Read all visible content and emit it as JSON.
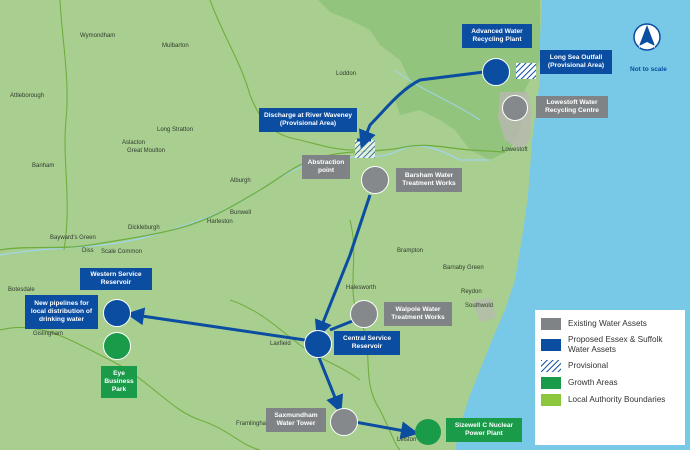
{
  "colors": {
    "sea": "#78c8e8",
    "land": "#a9cf90",
    "growth_area": "#1a9b49",
    "authority_boundary": "#8cc63f",
    "existing": "#7f8385",
    "proposed": "#0b4da1"
  },
  "towns": [
    "Wymondham",
    "Mulbarton",
    "Loddon",
    "Attleborough",
    "Long Stratton",
    "Aslacton",
    "Great Moulton",
    "Banham",
    "Alburgh",
    "Lowestoft",
    "Bunwell",
    "Harleston",
    "Dickleburgh",
    "Bayward's Green",
    "Diss",
    "Scale Common",
    "Botesdale",
    "Gislingham",
    "Brampton",
    "Barnaby Green",
    "Reydon",
    "Southwold",
    "Halesworth",
    "Laxfield",
    "Framlingham",
    "Leiston"
  ],
  "labels": {
    "advanced": "Advanced Water Recycling Plant",
    "outfall": "Long Sea Outfall (Provisional Area)",
    "lowestoft_centre": "Lowestoft Water Recycling Centre",
    "discharge": "Discharge at River Waveney (Provisional Area)",
    "abstraction": "Abstraction point",
    "barsham": "Barsham Water Treatment Works",
    "western": "Western Service Reservoir",
    "pipelines": "New pipelines for local distribution of drinking water",
    "eye": "Eye Business Park",
    "walpole": "Walpole Water Treatment Works",
    "central": "Central Service Reservoir",
    "saxmundham": "Saxmundham Water Tower",
    "sizewell": "Sizewell C Nuclear Power Plant"
  },
  "north": {
    "label": "NORTH",
    "scale_note": "Not to scale"
  },
  "legend": [
    {
      "label": "Existing Water Assets",
      "color": "#7f8385"
    },
    {
      "label": "Proposed Essex & Suffolk Water Assets",
      "color": "#0b4da1"
    },
    {
      "label": "Provisional",
      "color": "#0b4da1"
    },
    {
      "label": "Growth Areas",
      "color": "#1a9b49"
    },
    {
      "label": "Local Authority Boundaries",
      "color": "#8cc63f"
    }
  ]
}
